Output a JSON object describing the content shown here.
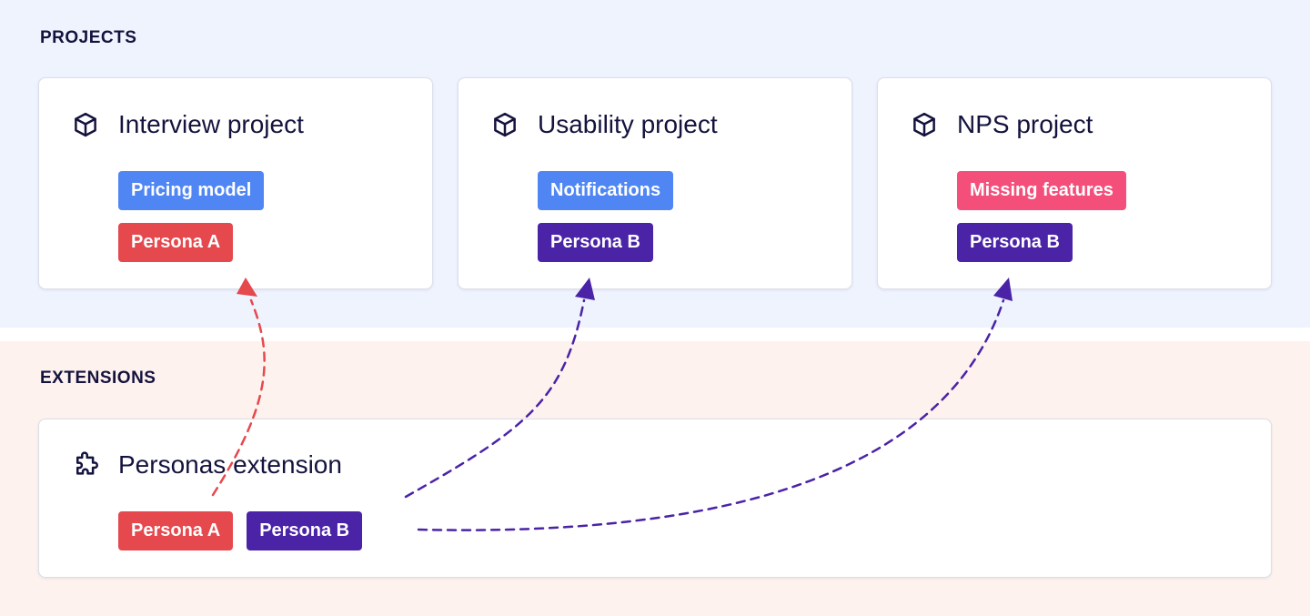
{
  "colors": {
    "projects_bg": "#eef3fe",
    "extensions_bg": "#fdf2ee",
    "blue_tag": "#4f86f4",
    "red_tag": "#e5484d",
    "purple_tag": "#4a23a6",
    "pink_tag": "#f44f7a",
    "text_dark": "#14133d"
  },
  "projects": {
    "section_title": "PROJECTS",
    "cards": [
      {
        "title": "Interview project",
        "icon": "cube-icon",
        "tags": [
          {
            "label": "Pricing model",
            "color": "#4f86f4"
          },
          {
            "label": "Persona A",
            "color": "#e5484d"
          }
        ]
      },
      {
        "title": "Usability project",
        "icon": "cube-icon",
        "tags": [
          {
            "label": "Notifications",
            "color": "#4f86f4"
          },
          {
            "label": "Persona B",
            "color": "#4a23a6"
          }
        ]
      },
      {
        "title": "NPS project",
        "icon": "cube-icon",
        "tags": [
          {
            "label": "Missing features",
            "color": "#f44f7a"
          },
          {
            "label": "Persona B",
            "color": "#4a23a6"
          }
        ]
      }
    ]
  },
  "extensions": {
    "section_title": "EXTENSIONS",
    "card": {
      "title": "Personas extension",
      "icon": "puzzle-icon",
      "tags": [
        {
          "label": "Persona A",
          "color": "#e5484d"
        },
        {
          "label": "Persona B",
          "color": "#4a23a6"
        }
      ]
    }
  },
  "connections": [
    {
      "from": "Personas extension: Persona A",
      "to": "Interview project: Persona A",
      "color": "#e5484d"
    },
    {
      "from": "Personas extension: Persona B",
      "to": "Usability project: Persona B",
      "color": "#4a23a6"
    },
    {
      "from": "Personas extension: Persona B",
      "to": "NPS project: Persona B",
      "color": "#4a23a6"
    }
  ]
}
